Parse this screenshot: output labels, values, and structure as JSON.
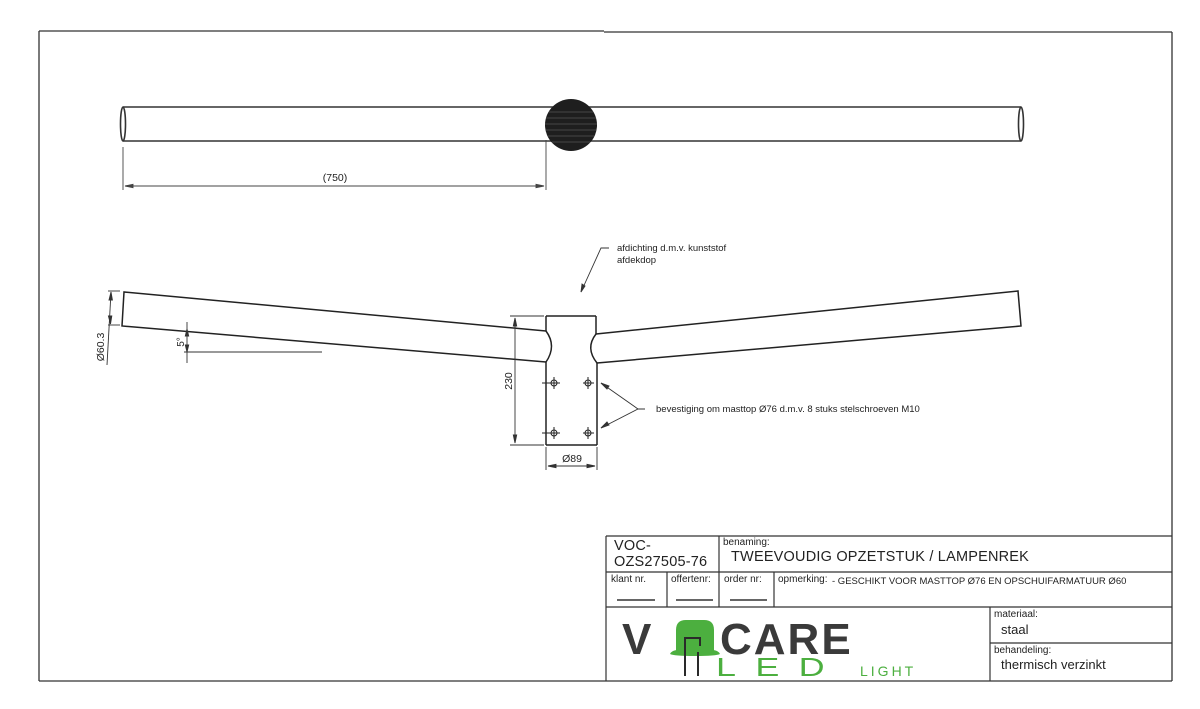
{
  "drawing": {
    "top_view": {
      "dimension_label": "(750)"
    },
    "front_view": {
      "callout_top": {
        "line1": "afdichting d.m.v. kunststof",
        "line2": "afdekdop"
      },
      "callout_bolts": "bevestiging om masttop Ø76 d.m.v. 8 stuks stelschroeven M10",
      "dim_tube_diameter": "Ø60.3",
      "dim_angle": "5°",
      "dim_height": "230",
      "dim_sleeve_diameter": "Ø89"
    }
  },
  "title_block": {
    "code_line1": "VOC-",
    "code_line2": "OZS27505-76",
    "benaming_label": "benaming:",
    "benaming_value": "TWEEVOUDIG OPZETSTUK  / LAMPENREK",
    "klant_label": "klant nr.",
    "offerte_label": "offertenr:",
    "order_label": "order nr:",
    "opmerking_label": "opmerking:",
    "opmerking_value": "- GESCHIKT VOOR MASTTOP Ø76 EN OPSCHUIFARMATUUR Ø60",
    "materiaal_label": "materiaal:",
    "materiaal_value": "staal",
    "behandeling_label": "behandeling:",
    "behandeling_value": "thermisch verzinkt"
  },
  "logo": {
    "word_top_left": "V",
    "word_top_right": "CARE",
    "word_bottom": "LED",
    "word_light": "LIGHT",
    "dark_color": "#3a3a3a",
    "green_color": "#4caf3f"
  }
}
